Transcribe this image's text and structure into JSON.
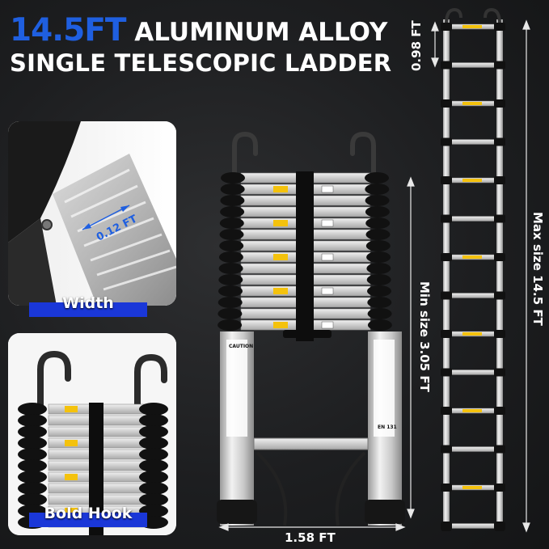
{
  "headline": {
    "accent": "14.5FT",
    "line1_rest": " ALUMINUM ALLOY",
    "line2": "SINGLE TELESCOPIC LADDER"
  },
  "panels": {
    "width": {
      "caption": "Width",
      "measurement": "0.12 FT"
    },
    "hook": {
      "caption": "Bold Hook"
    }
  },
  "dimensions": {
    "rung_spacing": "0.98 FT",
    "min_size": "Min size 3.05 FT",
    "max_size": "Max size 14.5 FT",
    "width": "1.58 FT"
  },
  "colors": {
    "accent_blue": "#1f5fe0",
    "tag_blue": "#1a37d8",
    "warning_yellow": "#f4c20d"
  }
}
